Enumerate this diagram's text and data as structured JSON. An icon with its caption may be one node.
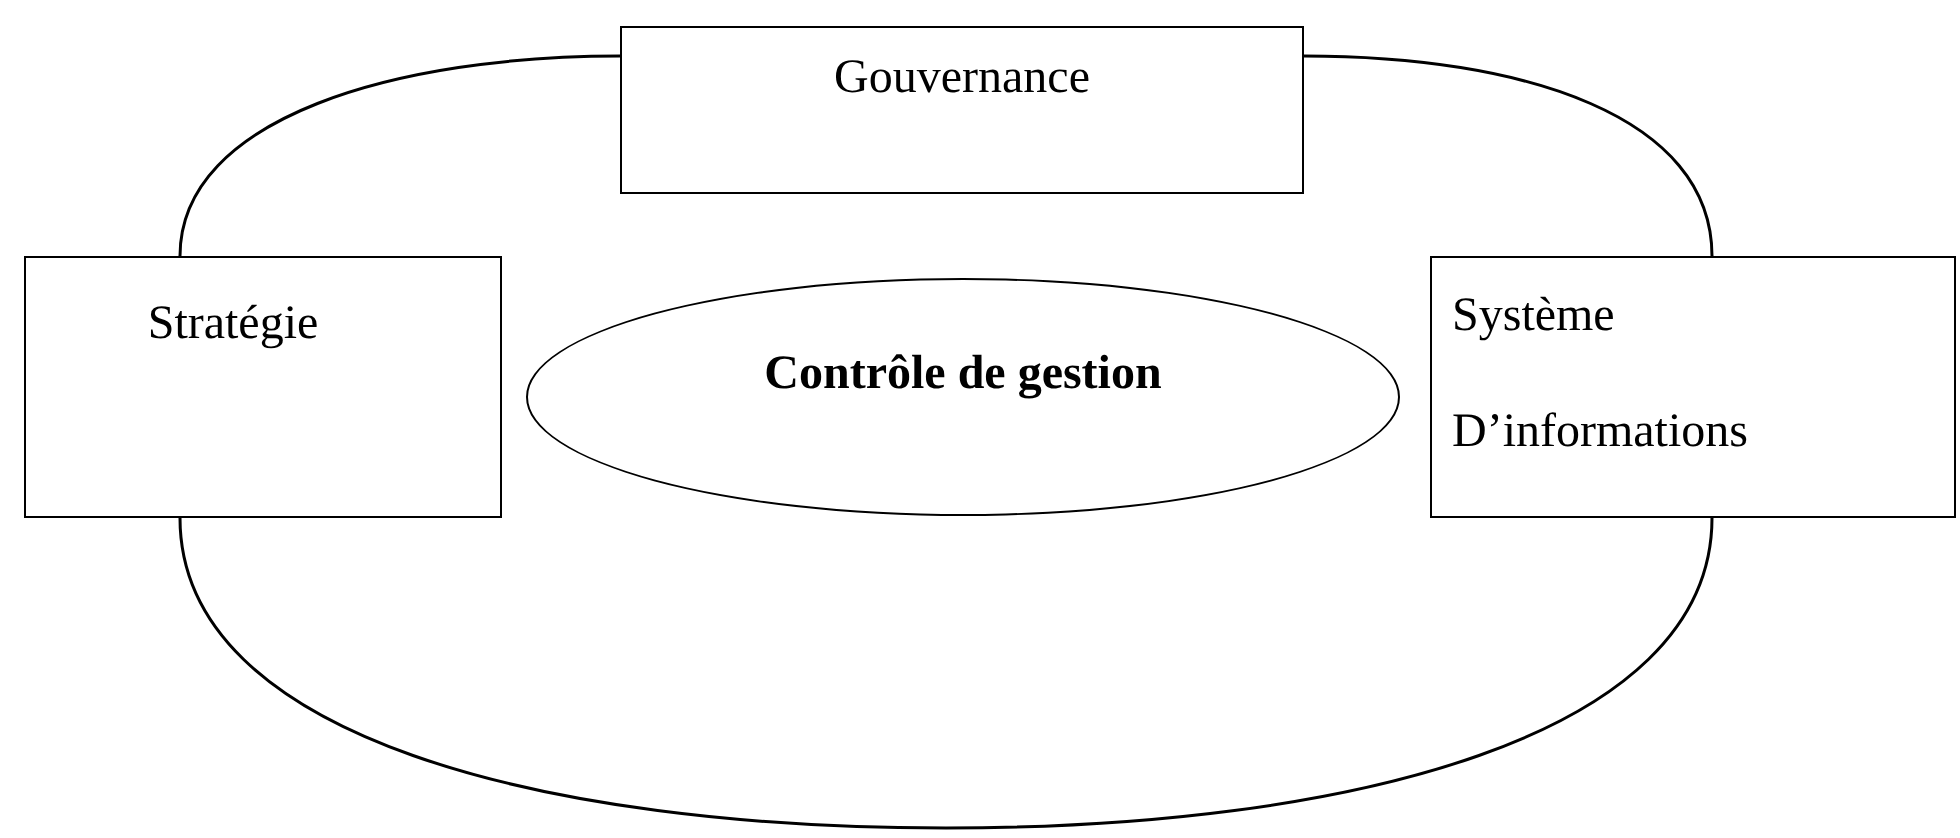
{
  "diagram": {
    "nodes": [
      {
        "text": [
          "Gouvernance"
        ]
      },
      {
        "text": [
          "Stratégie"
        ]
      },
      {
        "text": [
          "Contrôle de gestion"
        ]
      },
      {
        "text": [
          "Système D’informations"
        ]
      }
    ],
    "edges": [
      {
        "from": 1,
        "to": 0,
        "arrow": "none"
      },
      {
        "from": 0,
        "to": 3,
        "arrow": "none"
      },
      {
        "from": 1,
        "to": 3,
        "arrow": "none"
      }
    ]
  }
}
